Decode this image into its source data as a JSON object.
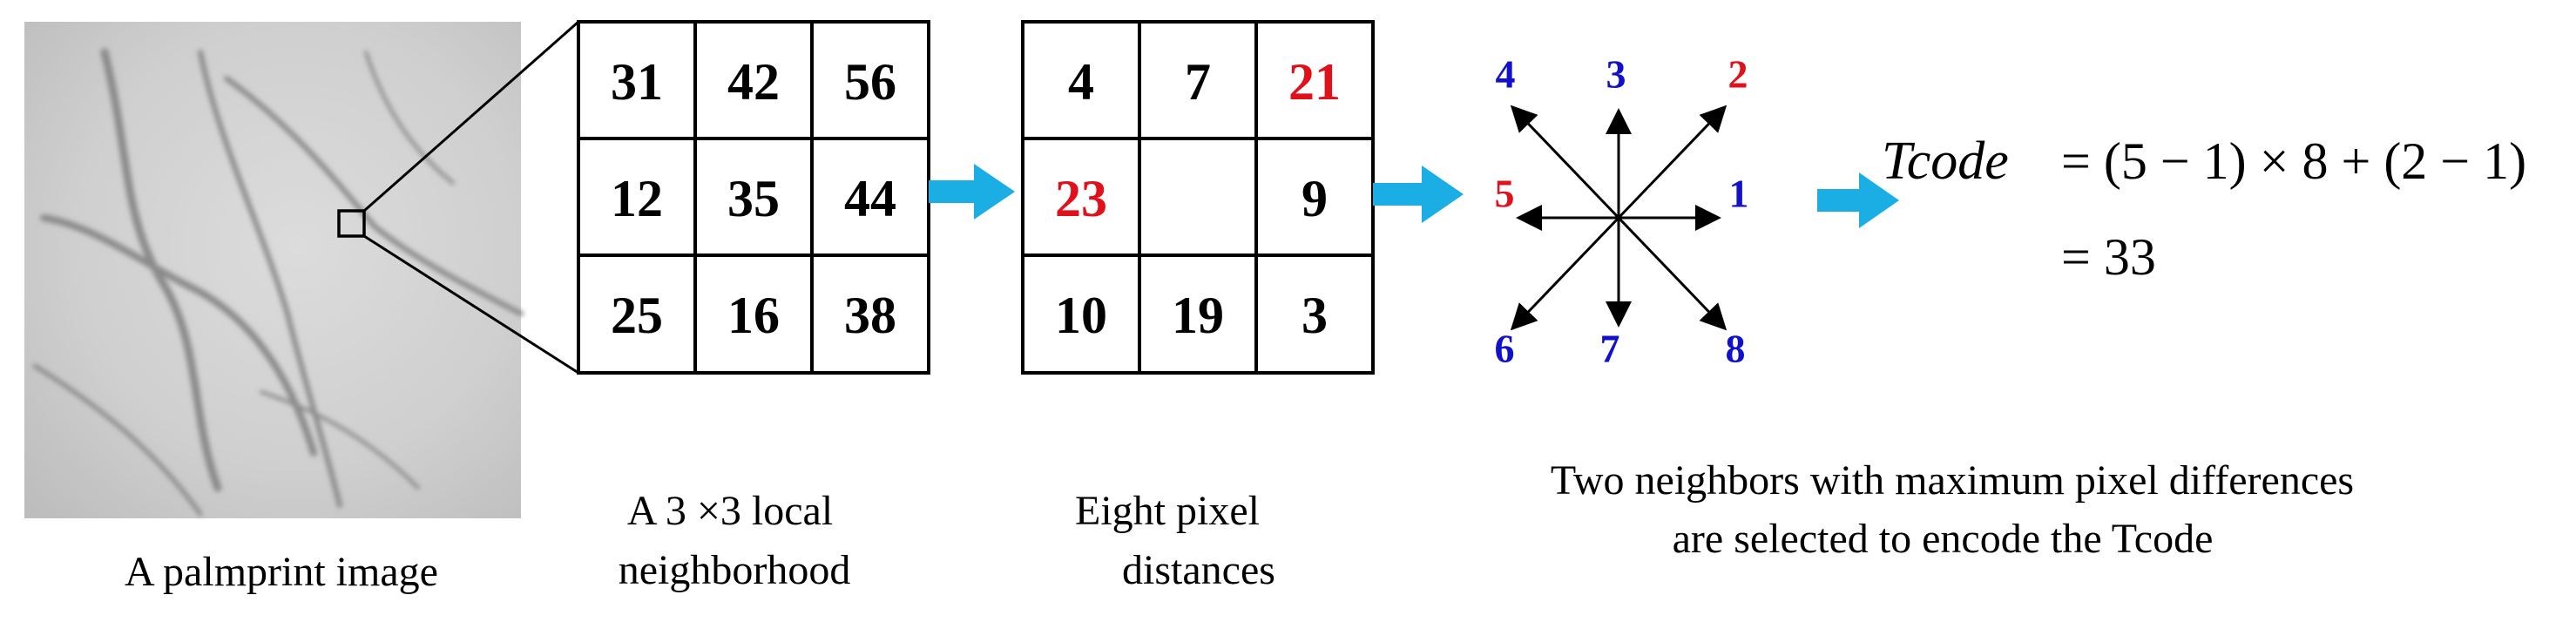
{
  "palmprint_caption": "A palmprint image",
  "local_grid": {
    "values": [
      "31",
      "42",
      "56",
      "12",
      "35",
      "44",
      "25",
      "16",
      "38"
    ],
    "caption_line1": "A 3 ×3 local",
    "caption_line2": "neighborhood"
  },
  "distance_grid": {
    "values": [
      "4",
      "7",
      "21",
      "23",
      "",
      "9",
      "10",
      "19",
      "3"
    ],
    "highlighted": [
      "21",
      "23"
    ],
    "caption_line1": "Eight pixel",
    "caption_line2": "distances"
  },
  "directions": {
    "labels": [
      "1",
      "2",
      "3",
      "4",
      "5",
      "6",
      "7",
      "8"
    ],
    "highlighted": [
      "2",
      "5"
    ],
    "caption_line1": "Two neighbors with maximum pixel differences",
    "caption_line2": "are selected  to encode the Tcode"
  },
  "equation": {
    "lhs": "Tcode",
    "rhs_line1": "= (5 − 1) × 8 + (2 − 1)",
    "rhs_line2": "= 33"
  },
  "colors": {
    "arrow": "#1aaee5",
    "highlight": "#e0111a",
    "direction_label": "#1111cc",
    "line": "#000000"
  },
  "icons": [
    "zoom-box",
    "right-arrow-icon",
    "direction-star-icon"
  ]
}
